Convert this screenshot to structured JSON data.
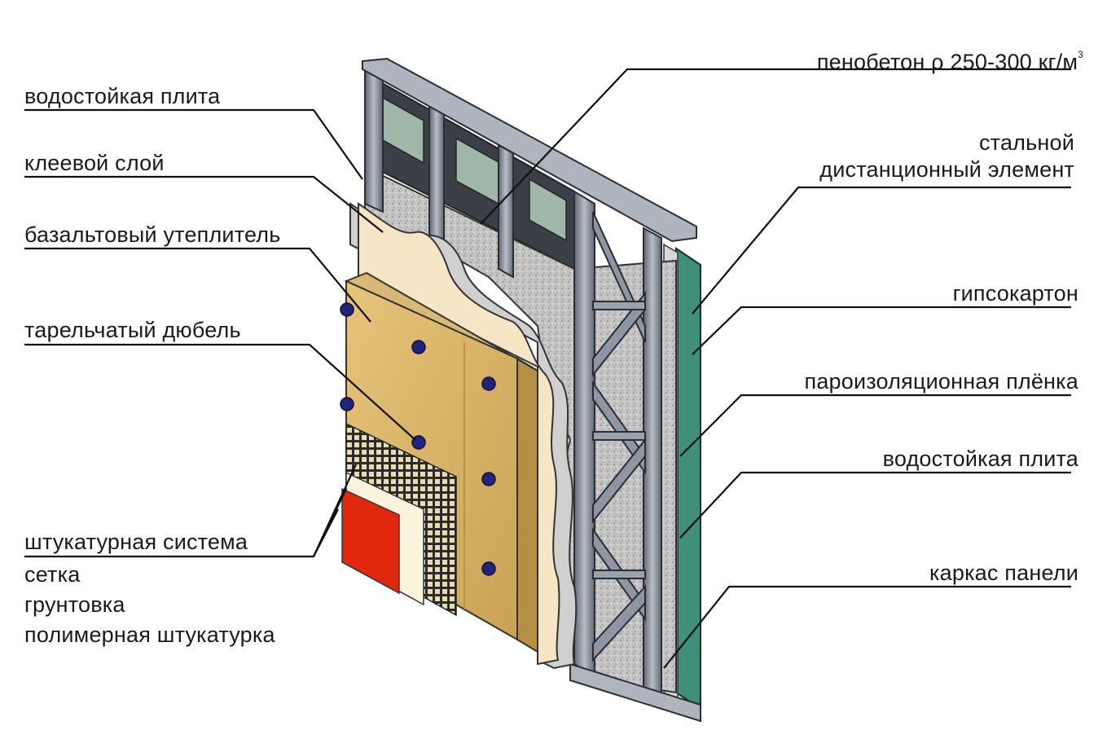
{
  "labels_left": {
    "water_board": "водостойкая плита",
    "glue_layer": "клеевой слой",
    "basalt_insulation": "базальтовый утеплитель",
    "plate_dowel": "тарельчатый дюбель",
    "plaster_system": "штукатурная система",
    "mesh": "сетка",
    "primer": "грунтовка",
    "polymer_plaster": "полимерная штукатурка"
  },
  "labels_right": {
    "foam_concrete": "пенобетон ρ 250-300 кг/м",
    "foam_concrete_sup": "3",
    "steel_line1": "стальной",
    "steel_line2": "дистанционный элемент",
    "drywall": "гипсокартон",
    "vapor_film": "пароизоляционная плёнка",
    "water_board_inner": "водостойкая плита",
    "panel_frame": "каркас панели"
  },
  "colors": {
    "steel": "#8e96a3",
    "steel_dark": "#4b525c",
    "foam": "#bdbdbd",
    "adhesive": "#f7e6c5",
    "basalt": "#d9b565",
    "mesh": "#2a2a2a",
    "primer": "#fbf4dc",
    "red_plaster": "#e0280f",
    "dowel": "#23237a",
    "green_board": "#3f8f7a"
  }
}
